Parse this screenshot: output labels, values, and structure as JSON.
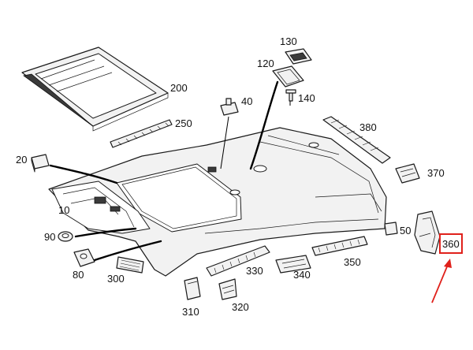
{
  "labels": {
    "p10": "10",
    "p20": "20",
    "p40": "40",
    "p50": "50",
    "p80": "80",
    "p90": "90",
    "p120": "120",
    "p130": "130",
    "p140": "140",
    "p200": "200",
    "p250": "250",
    "p300": "300",
    "p310": "310",
    "p320": "320",
    "p330": "330",
    "p340": "340",
    "p350": "350",
    "p360": "360",
    "p370": "370",
    "p380": "380"
  },
  "highlight": {
    "part": "360",
    "color": "#e0211b"
  }
}
